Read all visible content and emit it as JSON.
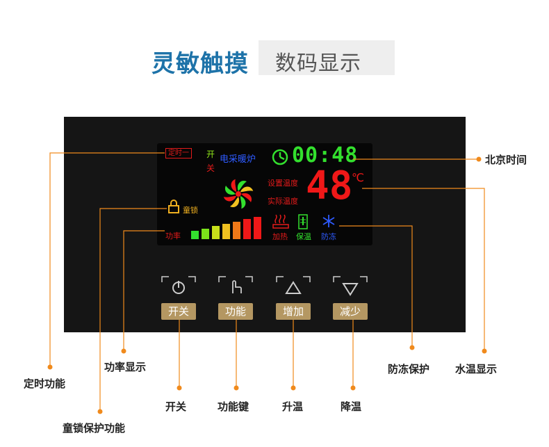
{
  "header": {
    "title_bold": "灵敏触摸",
    "title_light": "数码显示"
  },
  "lcd": {
    "timer_label": "定时一",
    "power_on": "开",
    "power_off": "关",
    "device_name": "电采暖炉",
    "clock": "00:48",
    "temperature": "48",
    "unit": "℃",
    "set_temp_label": "设置温度",
    "actual_temp_label": "实际温度",
    "child_lock_label": "童锁",
    "power_label": "功率",
    "power_level": 7,
    "power_level_max": 7,
    "heat_label": "加热",
    "keep_warm_label": "保温",
    "antifreeze_label": "防冻"
  },
  "buttons": [
    {
      "label": "开关",
      "icon": "power-icon"
    },
    {
      "label": "功能",
      "icon": "touch-hand-icon"
    },
    {
      "label": "增加",
      "icon": "triangle-up-icon"
    },
    {
      "label": "减少",
      "icon": "triangle-down-icon"
    }
  ],
  "callouts": {
    "beijing_time": "北京时间",
    "timer_function": "定时功能",
    "power_display": "功率显示",
    "child_lock_function": "童锁保护功能",
    "on_off": "开关",
    "function_key": "功能键",
    "temp_up": "升温",
    "temp_down": "降温",
    "antifreeze_protect": "防冻保护",
    "water_temp_display": "水温显示"
  },
  "colors": {
    "header_blue": "#1e73a9",
    "lcd_red": "#f01818",
    "lcd_green": "#33e02e",
    "lcd_blue": "#2e5bff",
    "button_gold": "#b49762",
    "callout_orange": "#f08a1c"
  }
}
